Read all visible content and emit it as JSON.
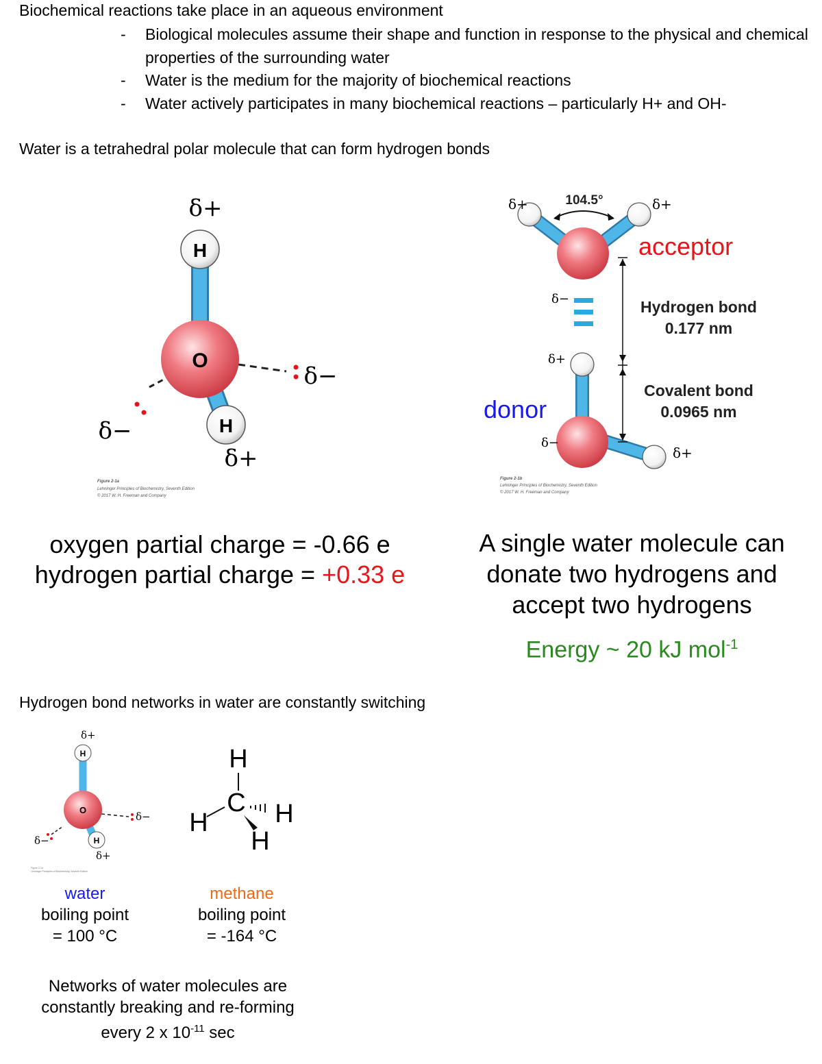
{
  "section1": {
    "heading": "Biochemical reactions take place in an aqueous environment",
    "bullets": [
      "Biological molecules assume their shape and function in response to the physical and chemical properties of the surrounding water",
      "Water is the medium for the majority of biochemical reactions",
      "Water actively participates in many biochemical reactions – particularly H+ and OH-"
    ],
    "bullet_marker": "-"
  },
  "section2": {
    "heading": "Water is a tetrahedral polar molecule that can form hydrogen bonds",
    "fig_a": {
      "oxygen_label": "O",
      "hydrogen_label": "H",
      "delta_plus": "δ+",
      "delta_minus": "δ−",
      "credit_1": "Figure 2-1a",
      "credit_2": "Lehninger Principles of Biochemistry, Seventh Edition",
      "credit_3": "© 2017 W. H. Freeman and Company"
    },
    "fig_b": {
      "angle": "104.5°",
      "acceptor": "acceptor",
      "donor": "donor",
      "hbond_label": "Hydrogen bond",
      "hbond_value": "0.177 nm",
      "covalent_label": "Covalent bond",
      "covalent_value": "0.0965 nm",
      "delta_plus": "δ+",
      "delta_minus": "δ−",
      "credit_1": "Figure 2-1b",
      "credit_2": "Lehninger Principles of Biochemistry, Seventh Edition",
      "credit_3": "© 2017 W. H. Freeman and Company"
    },
    "charges": {
      "oxygen": "oxygen partial charge = -0.66 e",
      "hydrogen_prefix": "hydrogen partial charge = ",
      "hydrogen_value": "+0.33 e"
    },
    "donate": {
      "line1": "A single water molecule can",
      "line2": "donate two hydrogens and",
      "line3": "accept two hydrogens",
      "energy_prefix": "Energy ~ 20 kJ mol",
      "energy_sup": "-1"
    },
    "colors": {
      "oxygen": "#e05a62",
      "bond": "#4aafe0",
      "acceptor": "#e8151b",
      "donor": "#1a1aee",
      "energy": "#2a8a1f",
      "methane": "#ee6b16"
    }
  },
  "section3": {
    "heading": "Hydrogen bond networks in water are constantly switching",
    "methane_atoms": {
      "carbon": "C",
      "hydrogen": "H"
    },
    "water": {
      "name": "water",
      "line2": "boiling point",
      "line3": "= 100 °C"
    },
    "methane": {
      "name": "methane",
      "line2": "boiling point",
      "line3": "= -164 °C"
    },
    "networks": {
      "line1": "Networks of water molecules are",
      "line2": "constantly breaking and re-forming",
      "line3_prefix": "every 2 x 10",
      "line3_sup": "-11",
      "line3_suffix": " sec"
    }
  }
}
